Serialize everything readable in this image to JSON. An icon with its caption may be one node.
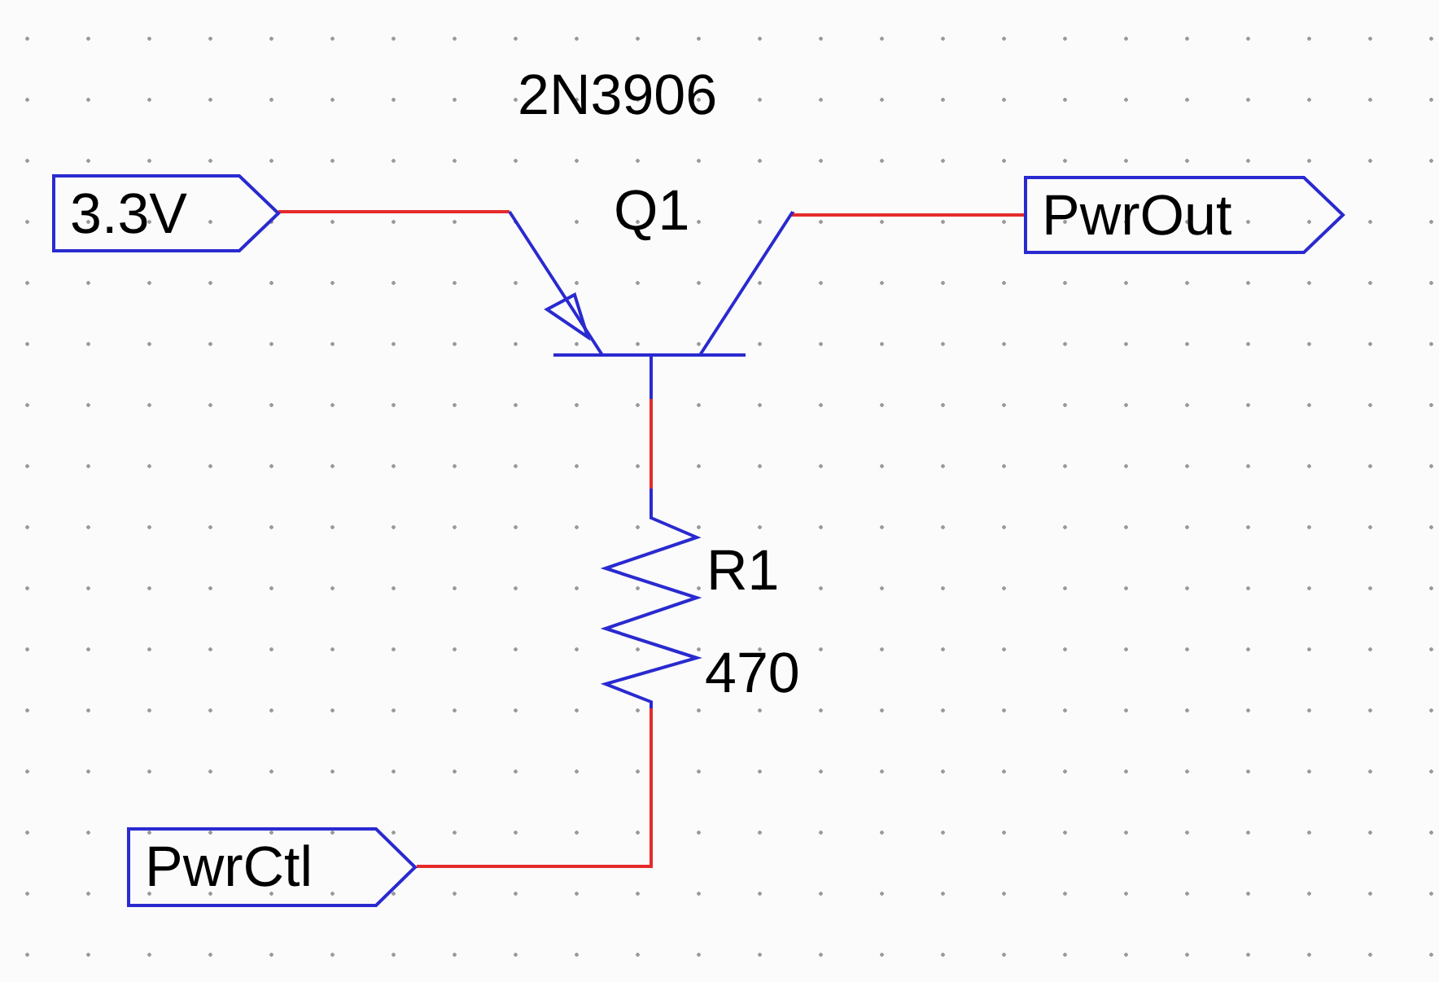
{
  "diagram": {
    "nodes": [
      {
        "text": [
          "3.3V"
        ]
      },
      {
        "text": [
          "PwrOut"
        ]
      },
      {
        "text": [
          "PwrCtl"
        ]
      },
      {
        "text": [
          "Q1"
        ],
        "beside": [
          "2N3906"
        ]
      },
      {
        "text": [],
        "shape": "picture",
        "beside": [
          "R1",
          "470"
        ]
      }
    ],
    "edges": [
      {
        "from": 0,
        "to": 3,
        "arrow": "none"
      },
      {
        "from": 3,
        "to": 1,
        "arrow": "none"
      },
      {
        "from": 3,
        "to": 4,
        "arrow": "none"
      },
      {
        "from": 4,
        "to": 2,
        "arrow": "none"
      }
    ]
  }
}
